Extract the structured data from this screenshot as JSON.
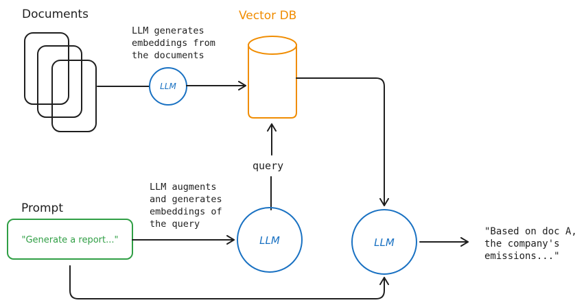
{
  "colors": {
    "ink": "#1e1e1e",
    "llm_blue": "#1971c2",
    "vector_db_orange": "#f08c00",
    "prompt_green": "#2f9e44"
  },
  "nodes": {
    "documents": {
      "title": "Documents",
      "icon": "document-stack-icon"
    },
    "vector_db": {
      "title": "Vector DB",
      "icon": "database-cylinder-icon"
    },
    "llm_embed": {
      "label": "LLM"
    },
    "llm_query": {
      "label": "LLM"
    },
    "llm_answer": {
      "label": "LLM"
    },
    "prompt": {
      "title": "Prompt",
      "text": "\"Generate a report...\""
    },
    "output": {
      "lines": [
        "\"Based on doc A,",
        "the company's",
        "emissions...\""
      ]
    }
  },
  "annotations": {
    "embed_note": [
      "LLM generates",
      "embeddings from",
      "the documents"
    ],
    "augment_note": [
      "LLM augments",
      "and generates",
      "embeddings of",
      "the query"
    ],
    "query_label": "query"
  }
}
